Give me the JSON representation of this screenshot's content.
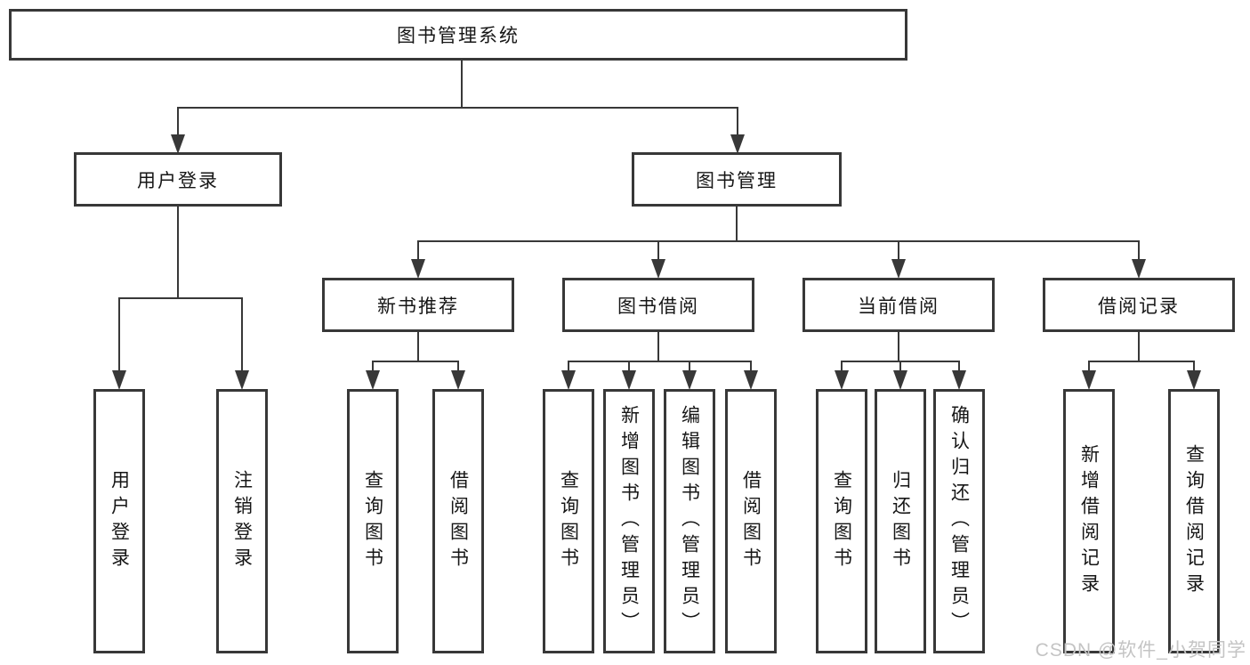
{
  "nodes": {
    "root": "图书管理系统",
    "user_login": "用户登录",
    "book_mgmt": "图书管理",
    "l3": [
      "新书推荐",
      "图书借阅",
      "当前借阅",
      "借阅记录"
    ],
    "leaves": {
      "user_login": [
        "用户登录",
        "注销登录"
      ],
      "new_book": [
        "查询图书",
        "借阅图书"
      ],
      "book_borrow": [
        "查询图书",
        "新增图书（管理员）",
        "编辑图书（管理员）",
        "借阅图书"
      ],
      "current_borrow": [
        "查询图书",
        "归还图书",
        "确认归还（管理员）"
      ],
      "borrow_record": [
        "新增借阅记录",
        "查询借阅记录"
      ]
    }
  },
  "watermark": "CSDN @软件_小贺同学",
  "colors": {
    "line": "#383838",
    "text": "#161616",
    "background": "#ffffff",
    "watermark": "#c4c4c4"
  }
}
